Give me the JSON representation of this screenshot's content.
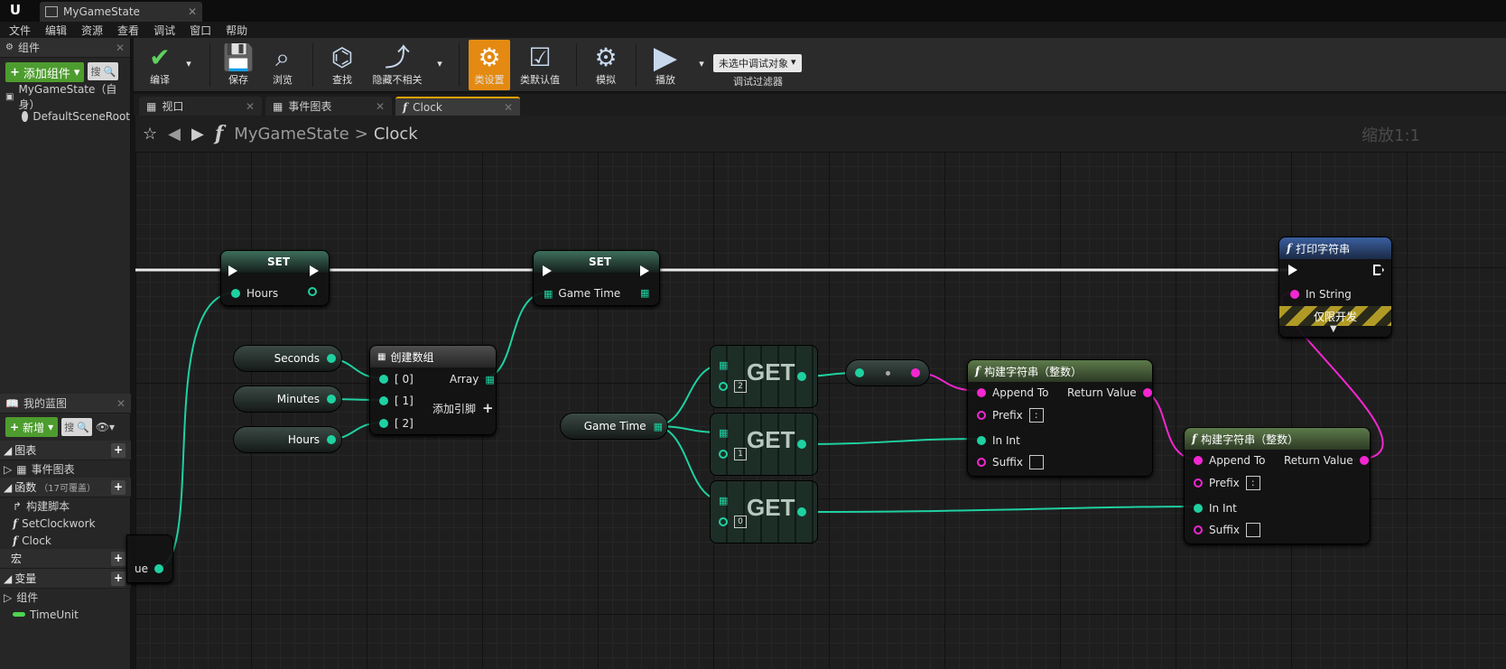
{
  "window": {
    "tab_title": "MyGameState",
    "logo": "U"
  },
  "menu": [
    "文件",
    "编辑",
    "资源",
    "查看",
    "调试",
    "窗口",
    "帮助"
  ],
  "components": {
    "header": "组件",
    "add_button": "添加组件",
    "search_ph": "搜",
    "tree": [
      "MyGameState（自身）",
      "DefaultSceneRoot"
    ]
  },
  "blueprint": {
    "header": "我的蓝图",
    "add_button": "新增",
    "search_ph": "搜",
    "graphs_label": "图表",
    "event_graph": "事件图表",
    "functions_label": "函数",
    "functions_note": "（17可覆盖）",
    "functions": [
      "构建脚本",
      "SetClockwork",
      "Clock"
    ],
    "macros_label": "宏",
    "variables_label": "变量",
    "components_label": "组件",
    "var_item": "TimeUnit"
  },
  "toolbar": {
    "compile": "编译",
    "save": "保存",
    "browse": "浏览",
    "find": "查找",
    "hide": "隐藏不相关",
    "class_settings": "类设置",
    "class_defaults": "类默认值",
    "simulate": "模拟",
    "play": "播放",
    "debug_object": "未选中调试对象",
    "debug_filter": "调试过滤器"
  },
  "tabs": [
    "视口",
    "事件图表",
    "Clock"
  ],
  "nav": {
    "path_root": "MyGameState",
    "path_sep": ">",
    "path_leaf": "Clock",
    "zoom": "缩放1:1"
  },
  "nodes": {
    "set1": {
      "title": "SET",
      "pin": "Hours"
    },
    "set2": {
      "title": "SET",
      "pin": "Game Time"
    },
    "print": {
      "title": "打印字符串",
      "pin": "In String",
      "dev": "仅限开发"
    },
    "make_array": {
      "title": "创建数组",
      "pins": [
        "[ 0]",
        "[ 1]",
        "[ 2]"
      ],
      "out": "Array",
      "add_pin": "添加引脚"
    },
    "vars": [
      "Seconds",
      "Minutes",
      "Hours",
      "Game Time"
    ],
    "partial_var": "ue",
    "get": [
      {
        "label": "GET",
        "index": "2"
      },
      {
        "label": "GET",
        "index": "1"
      },
      {
        "label": "GET",
        "index": "0"
      }
    ],
    "build1": {
      "title": "构建字符串（整数）",
      "append": "Append To",
      "prefix": "Prefix",
      "prefix_val": ":",
      "in_int": "In Int",
      "suffix": "Suffix",
      "ret": "Return Value"
    },
    "build2": {
      "title": "构建字符串（整数）",
      "append": "Append To",
      "prefix": "Prefix",
      "prefix_val": ":",
      "in_int": "In Int",
      "suffix": "Suffix",
      "ret": "Return Value"
    }
  }
}
